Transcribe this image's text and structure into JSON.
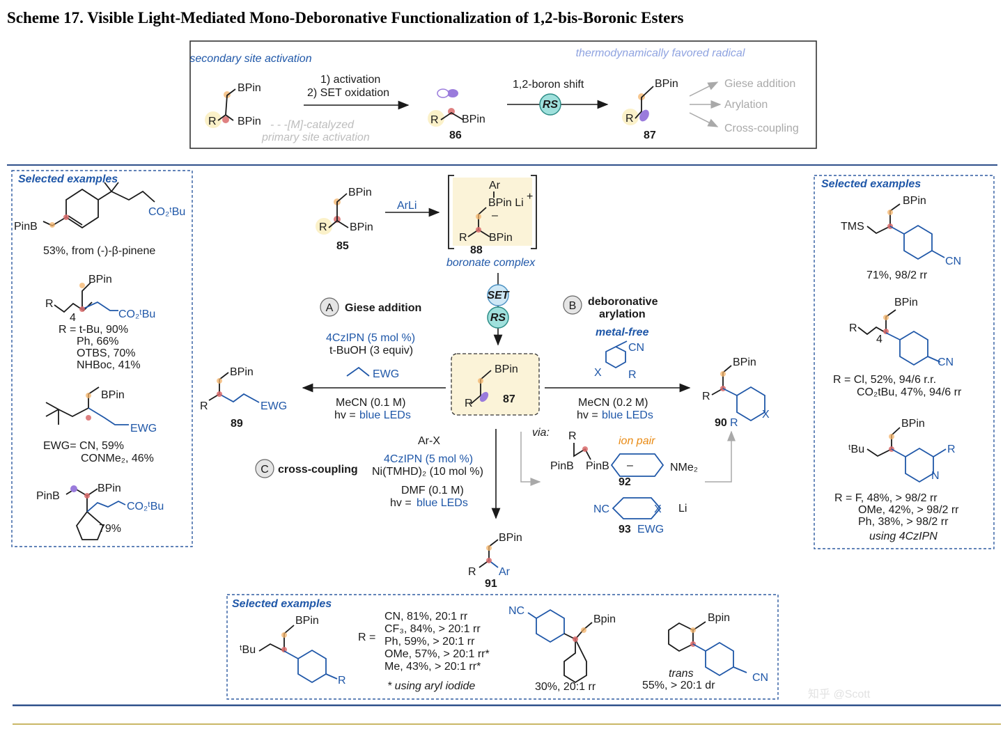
{
  "title": "Scheme 17. Visible Light-Mediated Mono-Deboronative Functionalization of 1,2-bis-Boronic Esters",
  "top": {
    "secondary_site": "secondary site activation",
    "step1": "1) activation",
    "step2": "2) SET oxidation",
    "m_catalyzed": "- - -[M]-catalyzed",
    "primary_site": "primary site activation",
    "boron_shift": "1,2-boron shift",
    "rs": "RS",
    "thermo": "thermodynamically favored radical",
    "giese": "Giese addition",
    "arylation": "Arylation",
    "cross": "Cross-coupling",
    "c86": "86",
    "c87": "87",
    "bpin": "BPin",
    "r": "R"
  },
  "center": {
    "c85": "85",
    "arli": "ArLi",
    "ar": "Ar",
    "bpin_li": "BPin Li",
    "plus": "+",
    "minus": "–",
    "c88": "88",
    "boronate": "boronate complex",
    "set": "SET",
    "rs": "RS",
    "c87": "87",
    "a_label": "A",
    "giese_title": "Giese addition",
    "giese_cat": "4CzIPN (5 mol %)",
    "giese_add": "t-BuOH (3 equiv)",
    "ewg": "EWG",
    "meCN01": "MeCN (0.1 M)",
    "hv": "hv = ",
    "blue_leds": "blue LEDs",
    "c89": "89",
    "b_label": "B",
    "aryl_title1": "deboronative",
    "aryl_title2": "arylation",
    "metal_free": "metal-free",
    "cn": "CN",
    "x": "X",
    "meCN02": "MeCN (0.2 M)",
    "c90": "90",
    "via": "via:",
    "ion_pair": "ion pair",
    "pinb": "PinB",
    "nme2": "NMe₂",
    "c92": "92",
    "nc": "NC",
    "li": "Li",
    "c93": "93",
    "c_label": "C",
    "cc_title": "cross-coupling",
    "arx": "Ar-X",
    "cc_cat": "4CzIPN (5 mol %)",
    "cc_ni": "Ni(TMHD)₂ (10 mol %)",
    "dmf": "DMF (0.1 M)",
    "c91": "91"
  },
  "left_box": {
    "heading": "Selected examples",
    "ex1": "53%, from (-)-β-pinene",
    "co2tbu": "CO₂ᵗBu",
    "pinb": "PinB",
    "r_list": [
      "R = t-Bu, 90%",
      "Ph, 66%",
      "OTBS, 70%",
      "NHBoc, 41%"
    ],
    "ewg_list": [
      "EWG= CN, 59%",
      "CONMe₂, 46%"
    ],
    "ex4": "79%",
    "four": "4"
  },
  "right_box": {
    "heading": "Selected examples",
    "tms": "TMS",
    "ex1": "71%, 98/2 rr",
    "ex2_a": "R = Cl, 52%, 94/6 r.r.",
    "ex2_b": "CO₂tBu, 47%, 94/6 rr",
    "tbu": "ᵗBu",
    "n": "N",
    "ex3": [
      "R = F, 48%, > 98/2 rr",
      "OMe, 42%, > 98/2 rr",
      "Ph, 38%, > 98/2 rr"
    ],
    "ex3_note": "using 4CzIPN"
  },
  "bottom_box": {
    "heading": "Selected examples",
    "r_eq": "R =",
    "list": [
      "CN, 81%, 20:1 rr",
      "CF₃, 84%, > 20:1 rr",
      "Ph, 59%, > 20:1 rr",
      "OMe, 57%, > 20:1 rr*",
      "Me, 43%, > 20:1 rr*"
    ],
    "note": "* using aryl iodide",
    "bpin2": "Bpin",
    "ex2": "30%, 20:1 rr",
    "trans": "trans",
    "ex3": "55%, > 20:1 dr"
  },
  "watermark": "知乎 @Scott"
}
